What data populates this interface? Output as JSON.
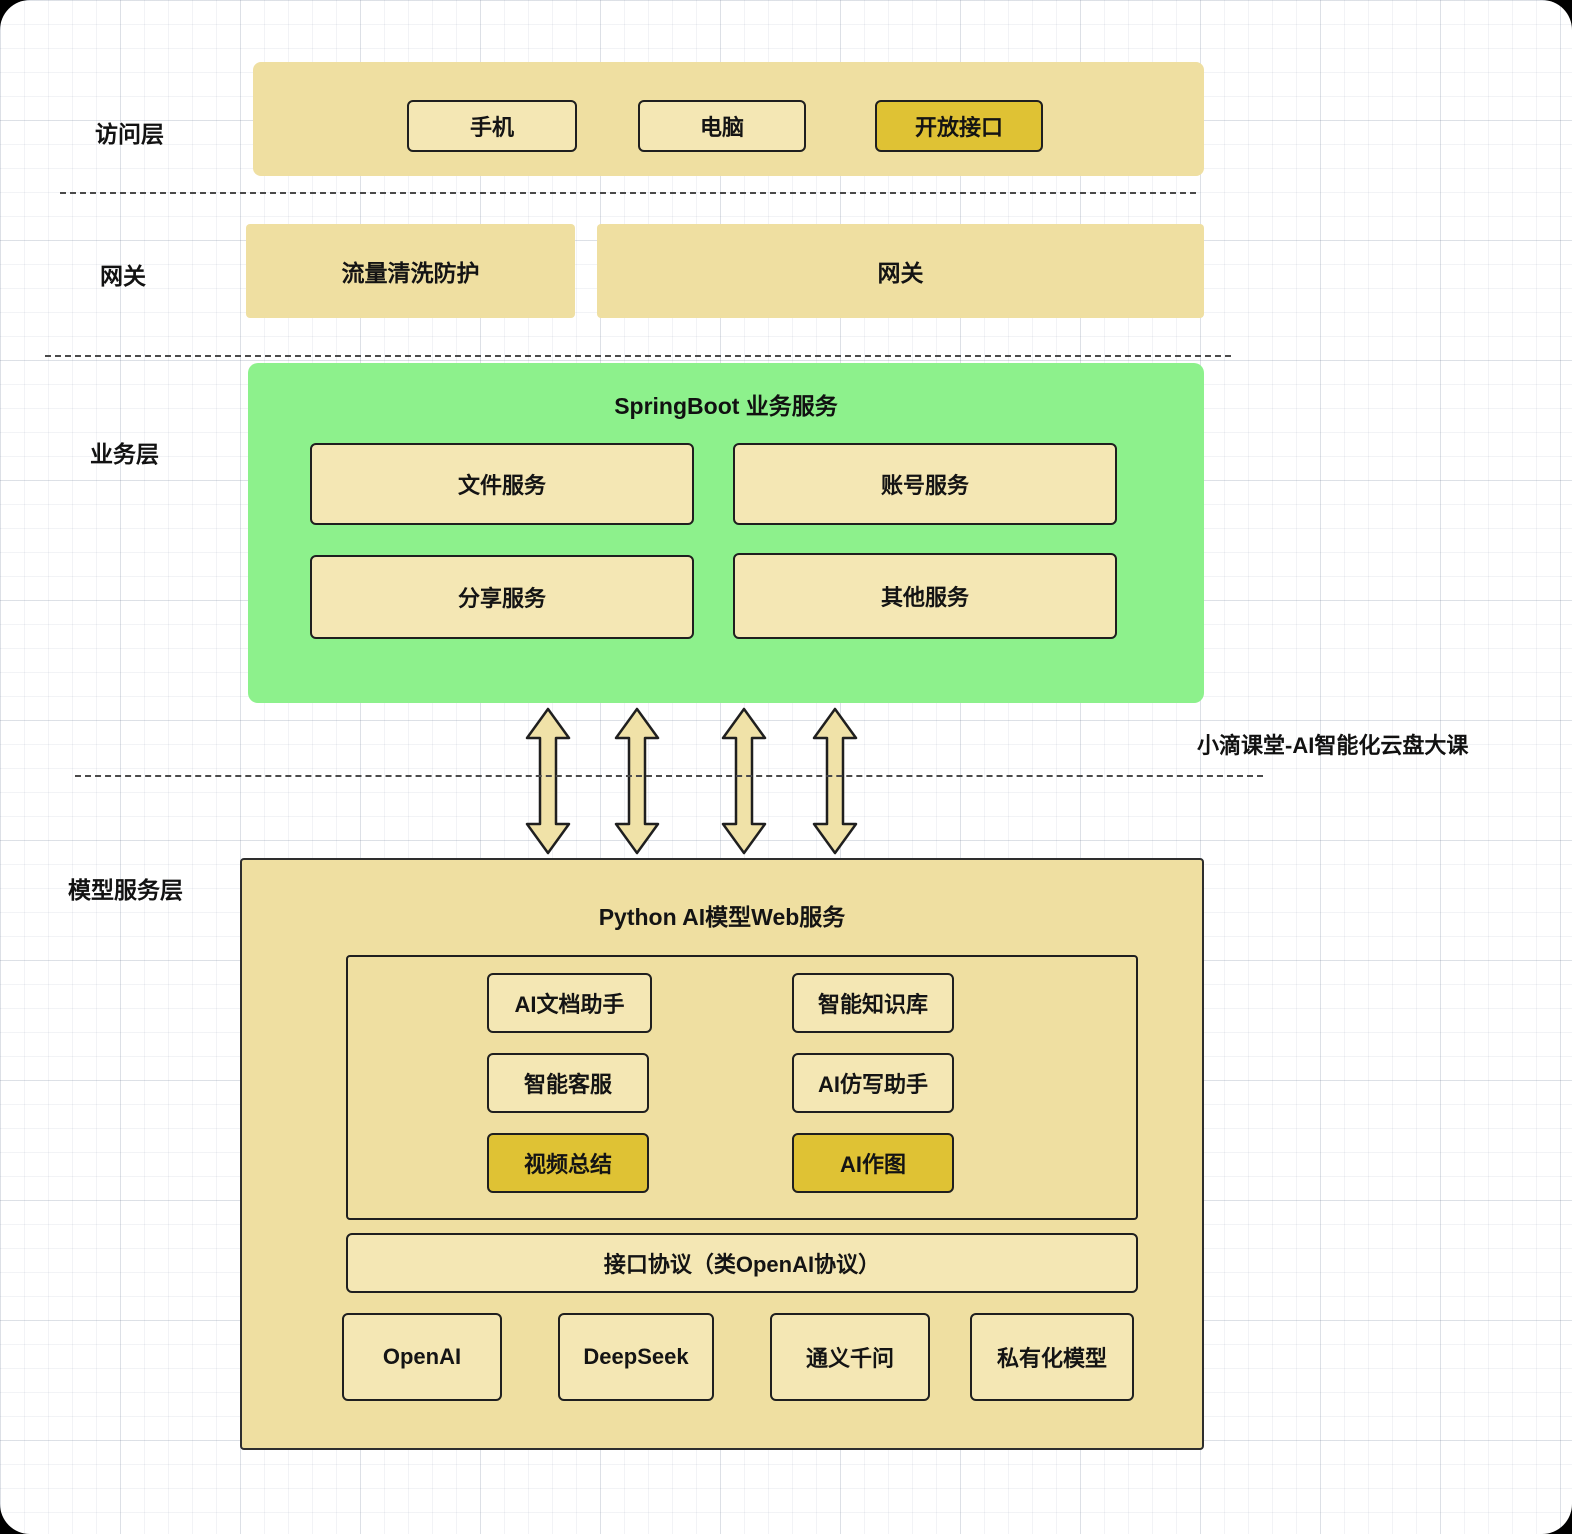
{
  "colors": {
    "container_yellow": "#EFDFA1",
    "node_yellow": "#F4E7B4",
    "highlight_gold": "#DFC234",
    "business_green": "#8DF18C",
    "node_border": "#1F1F1F",
    "selection_handle_blue": "#2B7DE9"
  },
  "access_layer": {
    "label": "访问层",
    "items": [
      {
        "label": "手机",
        "variant": "normal"
      },
      {
        "label": "电脑",
        "variant": "normal"
      },
      {
        "label": "开放接口",
        "variant": "gold"
      }
    ]
  },
  "gateway_layer": {
    "label": "网关",
    "items": [
      {
        "label": "流量清洗防护"
      },
      {
        "label": "网关"
      }
    ]
  },
  "business_layer": {
    "label": "业务层",
    "title": "SpringBoot 业务服务",
    "services": [
      {
        "label": "文件服务"
      },
      {
        "label": "账号服务"
      },
      {
        "label": "分享服务"
      },
      {
        "label": "其他服务",
        "selected": true
      }
    ]
  },
  "annotation": "小滴课堂-AI智能化云盘大课",
  "model_layer": {
    "label": "模型服务层",
    "title": "Python AI模型Web服务",
    "capabilities": [
      {
        "label": "AI文档助手",
        "variant": "normal"
      },
      {
        "label": "智能知识库",
        "variant": "normal"
      },
      {
        "label": "智能客服",
        "variant": "normal"
      },
      {
        "label": "AI仿写助手",
        "variant": "normal"
      },
      {
        "label": "视频总结",
        "variant": "gold"
      },
      {
        "label": "AI作图",
        "variant": "gold"
      }
    ],
    "protocol": "接口协议（类OpenAI协议）",
    "models": [
      {
        "label": "OpenAI"
      },
      {
        "label": "DeepSeek"
      },
      {
        "label": "通义千问"
      },
      {
        "label": "私有化模型"
      }
    ]
  }
}
